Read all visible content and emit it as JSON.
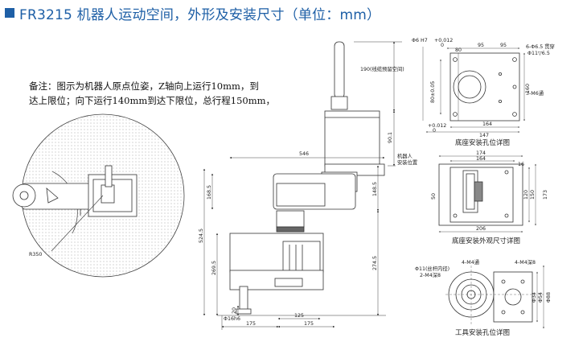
{
  "title": "FR3215 机器人运动空间，外形及安装尺寸（单位：mm）",
  "note": {
    "line1": "备注：图示为机器人原点位姿，Z轴向上运行10mm，到",
    "line2": "达上限位；向下运行140mm到达下限位，总行程150mm，"
  },
  "workspace": {
    "radius_label": "R350"
  },
  "side_view": {
    "dims": {
      "top_clearance": "190(线缆预留空间)",
      "d_90_1": "90.1",
      "d_546": "546",
      "d_168_5": "168.5",
      "d_524_5": "524.5",
      "d_269_5": "269.5",
      "d_148_5": "148.5",
      "d_274_5": "274.5",
      "d_20": "20",
      "d_175_left": "175",
      "d_175_right": "175",
      "d_125": "125",
      "shaft_dia": "Φ16h6",
      "robot_mount": "机器人",
      "mount_pos": "安装位置"
    }
  },
  "base_hole": {
    "caption": "底座安装孔位详图",
    "dims": {
      "h7": "Φ6 H7",
      "tol_top": "+0.012",
      "tol_top_0": "0",
      "w95a": "95",
      "w95b": "95",
      "w80": "80",
      "holes": "6-Φ6.5 贯穿",
      "cbore": "Φ11▽6.5",
      "h80": "80±0.05",
      "h160": "160",
      "thru": "3-M6通",
      "tol_bottom": "+0.012",
      "tol_bottom_0": "0",
      "w164": "164",
      "w147": "147"
    }
  },
  "base_outline": {
    "caption": "底座安装外观尺寸详图",
    "dims": {
      "w174": "174",
      "w164": "164",
      "w16": "16",
      "h50": "50",
      "h120": "120",
      "h150": "150",
      "h173": "173",
      "w206": "206"
    }
  },
  "tool_hole": {
    "caption": "工具安装孔位详图",
    "dims": {
      "m4_left": "4-M4通",
      "m4_right": "4-M4深8",
      "d11": "Φ11(丝杆内径)",
      "m4_2": "2-M4深8",
      "d34": "Φ34",
      "d54": "Φ54",
      "d88": "Φ88"
    }
  }
}
